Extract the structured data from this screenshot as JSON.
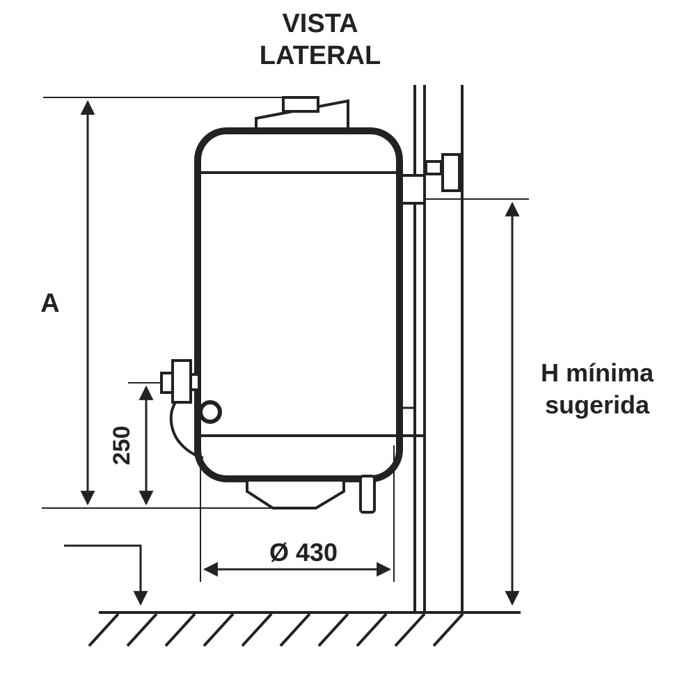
{
  "title_line1": "VISTA",
  "title_line2": "LATERAL",
  "label_a": "A",
  "label_250": "250",
  "label_diameter": "Ø 430",
  "label_h_line1": "H mínima",
  "label_h_line2": "sugerida",
  "colors": {
    "ink": "#222222",
    "background": "#ffffff"
  }
}
